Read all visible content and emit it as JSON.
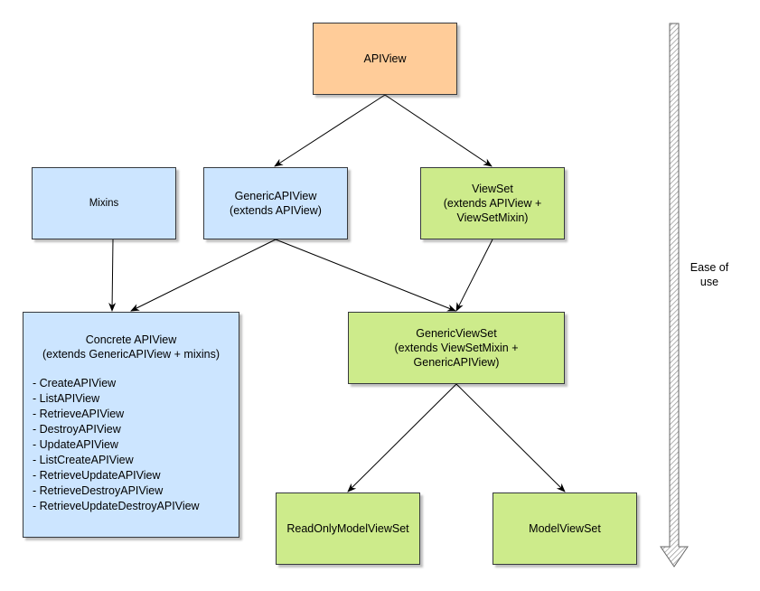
{
  "nodes": {
    "apiview": {
      "label": "APIView",
      "color": "#ffcc99"
    },
    "mixins": {
      "label": "Mixins",
      "color": "#cce5ff"
    },
    "generic_api_view": {
      "label": "GenericAPIView\n(extends APIView)",
      "color": "#cce5ff"
    },
    "viewset": {
      "label": "ViewSet\n(extends APIView +\nViewSetMixin)",
      "color": "#cdeb8b"
    },
    "concrete_api_view": {
      "title": "Concrete APIView\n(extends GenericAPIView + mixins)",
      "items": [
        "- CreateAPIView",
        "- ListAPIView",
        "- RetrieveAPIView",
        "- DestroyAPIView",
        "- UpdateAPIView",
        "- ListCreateAPIView",
        "- RetrieveUpdateAPIView",
        "- RetrieveDestroyAPIView",
        "- RetrieveUpdateDestroyAPIView"
      ],
      "color": "#cce5ff"
    },
    "generic_viewset": {
      "label": "GenericViewSet\n(extends ViewSetMixin +\nGenericAPIView)",
      "color": "#cdeb8b"
    },
    "readonly_model_viewset": {
      "label": "ReadOnlyModelViewSet",
      "color": "#cdeb8b"
    },
    "model_viewset": {
      "label": "ModelViewSet",
      "color": "#cdeb8b"
    }
  },
  "edges": [
    {
      "from": "apiview",
      "to": "generic_api_view"
    },
    {
      "from": "apiview",
      "to": "viewset"
    },
    {
      "from": "mixins",
      "to": "concrete_api_view"
    },
    {
      "from": "generic_api_view",
      "to": "concrete_api_view"
    },
    {
      "from": "generic_api_view",
      "to": "generic_viewset"
    },
    {
      "from": "viewset",
      "to": "generic_viewset"
    },
    {
      "from": "generic_viewset",
      "to": "readonly_model_viewset"
    },
    {
      "from": "generic_viewset",
      "to": "model_viewset"
    }
  ],
  "ease_of_use": {
    "label": "Ease of\nuse",
    "direction": "down"
  }
}
